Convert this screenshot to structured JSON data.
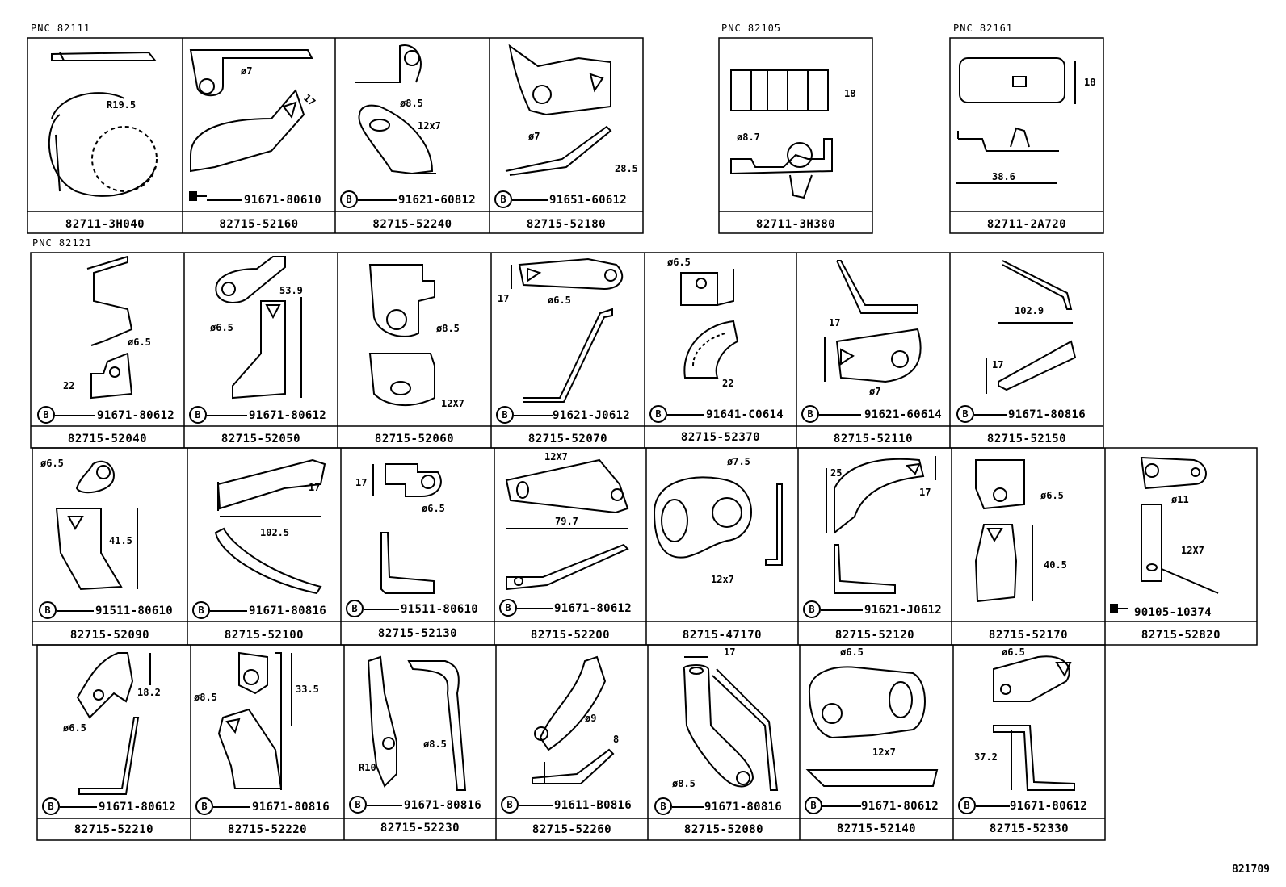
{
  "pnc_labels": [
    "PNC 82111",
    "PNC 82105",
    "PNC 82161",
    "PNC 82121"
  ],
  "diagram_ref": "821709",
  "rows": [
    {
      "cells": [
        {
          "part": "82711-3H040",
          "bolt": "",
          "dims": [
            "R19.5"
          ]
        },
        {
          "part": "82715-52160",
          "bolt": "91671-80610",
          "dims": [
            "ø7",
            "17"
          ]
        },
        {
          "part": "82715-52240",
          "bolt": "91621-60812",
          "dims": [
            "ø8.5",
            "12x7"
          ]
        },
        {
          "part": "82715-52180",
          "bolt": "91651-60612",
          "dims": [
            "ø7",
            "28.5"
          ]
        },
        {
          "part": "82711-3H380",
          "bolt": "",
          "dims": [
            "ø8.7",
            "18"
          ]
        },
        {
          "part": "82711-2A720",
          "bolt": "",
          "dims": [
            "18",
            "38.6"
          ]
        }
      ]
    },
    {
      "cells": [
        {
          "part": "82715-52040",
          "bolt": "91671-80612",
          "dims": [
            "ø6.5",
            "22"
          ]
        },
        {
          "part": "82715-52050",
          "bolt": "91671-80612",
          "dims": [
            "ø6.5",
            "53.9"
          ]
        },
        {
          "part": "82715-52060",
          "bolt": "",
          "dims": [
            "ø8.5",
            "12X7"
          ]
        },
        {
          "part": "82715-52070",
          "bolt": "91621-J0612",
          "dims": [
            "17",
            "ø6.5"
          ]
        },
        {
          "part": "82715-52370",
          "bolt": "91641-C0614",
          "dims": [
            "ø6.5",
            "22"
          ]
        },
        {
          "part": "82715-52110",
          "bolt": "91621-60614",
          "dims": [
            "17",
            "ø7"
          ]
        },
        {
          "part": "82715-52150",
          "bolt": "91671-80816",
          "dims": [
            "102.9",
            "17"
          ]
        }
      ]
    },
    {
      "cells": [
        {
          "part": "82715-52090",
          "bolt": "91511-80610",
          "dims": [
            "ø6.5",
            "41.5"
          ]
        },
        {
          "part": "82715-52100",
          "bolt": "91671-80816",
          "dims": [
            "17",
            "102.5"
          ]
        },
        {
          "part": "82715-52130",
          "bolt": "91511-80610",
          "dims": [
            "17",
            "ø6.5"
          ]
        },
        {
          "part": "82715-52200",
          "bolt": "91671-80612",
          "dims": [
            "12X7",
            "79.7"
          ]
        },
        {
          "part": "82715-47170",
          "bolt": "",
          "dims": [
            "ø7.5",
            "12x7"
          ]
        },
        {
          "part": "82715-52120",
          "bolt": "91621-J0612",
          "dims": [
            "25",
            "17"
          ]
        },
        {
          "part": "82715-52170",
          "bolt": "",
          "dims": [
            "ø6.5",
            "40.5"
          ]
        },
        {
          "part": "82715-52820",
          "bolt": "90105-10374",
          "dims": [
            "ø11",
            "12X7"
          ]
        }
      ]
    },
    {
      "cells": [
        {
          "part": "82715-52210",
          "bolt": "91671-80612",
          "dims": [
            "18.2",
            "ø6.5"
          ]
        },
        {
          "part": "82715-52220",
          "bolt": "91671-80816",
          "dims": [
            "ø8.5",
            "33.5"
          ]
        },
        {
          "part": "82715-52230",
          "bolt": "91671-80816",
          "dims": [
            "ø8.5",
            "R10"
          ]
        },
        {
          "part": "82715-52260",
          "bolt": "91611-B0816",
          "dims": [
            "ø9",
            "8"
          ]
        },
        {
          "part": "82715-52080",
          "bolt": "91671-80816",
          "dims": [
            "17",
            "ø8.5"
          ]
        },
        {
          "part": "82715-52140",
          "bolt": "91671-80612",
          "dims": [
            "ø6.5",
            "12x7"
          ]
        },
        {
          "part": "82715-52330",
          "bolt": "91671-80612",
          "dims": [
            "ø6.5",
            "37.2"
          ]
        }
      ]
    }
  ]
}
